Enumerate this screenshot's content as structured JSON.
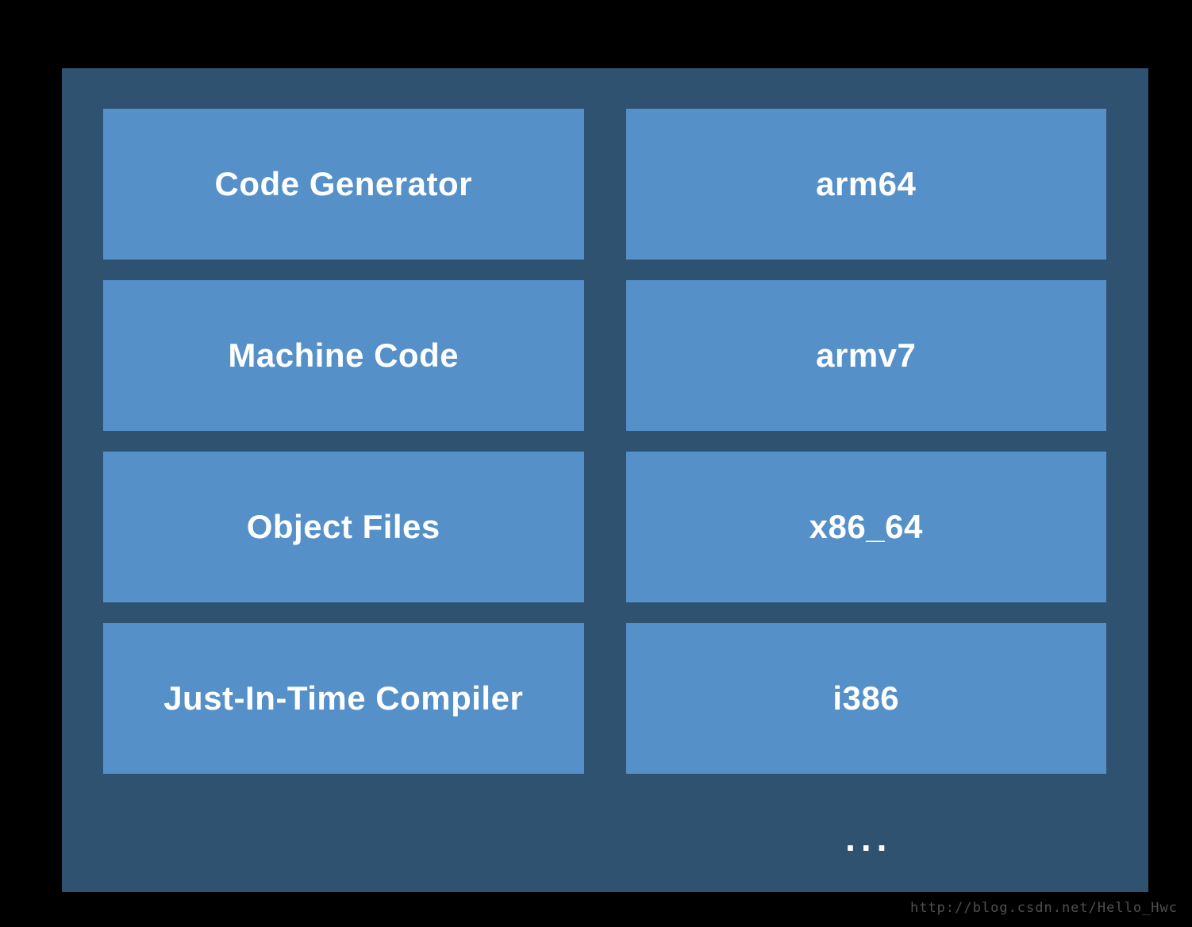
{
  "diagram": {
    "left_column": {
      "items": [
        "Code Generator",
        "Machine Code",
        "Object Files",
        "Just-In-Time Compiler"
      ]
    },
    "right_column": {
      "items": [
        "arm64",
        "armv7",
        "x86_64",
        "i386"
      ],
      "ellipsis": "..."
    }
  },
  "watermark": "http://blog.csdn.net/Hello_Hwc",
  "colors": {
    "background": "#000000",
    "panel": "#305271",
    "box": "#5590C8",
    "label": "#FFFFFF",
    "watermark": "#4F4F4F"
  }
}
